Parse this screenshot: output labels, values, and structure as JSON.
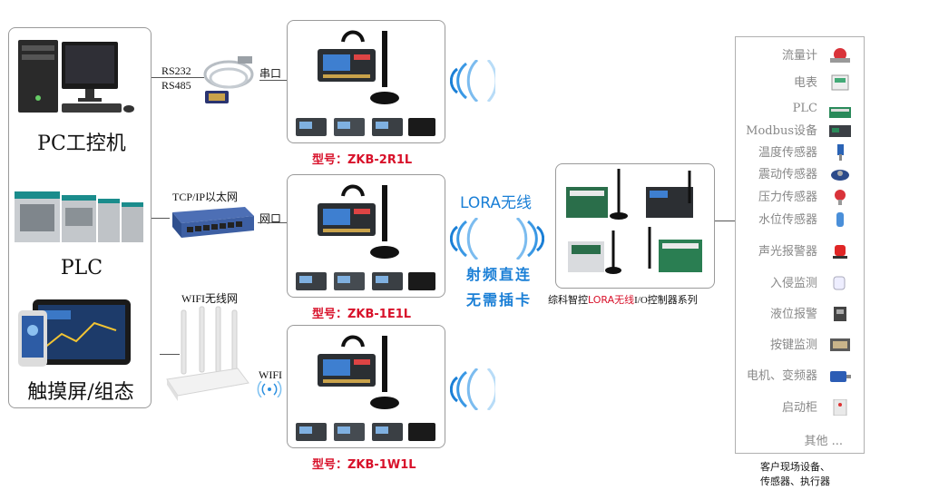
{
  "left": {
    "pc_label": "PC工控机",
    "plc_label": "PLC",
    "touch_label": "触摸屏/组态"
  },
  "links": {
    "rs232": "RS232",
    "rs485": "RS485",
    "serial": "串口",
    "tcp": "TCP/IP以太网",
    "netport": "网口",
    "wifi_net": "WIFI无线网",
    "wifi": "WIFI"
  },
  "models": [
    {
      "label": "型号：ZKB-2R1L"
    },
    {
      "label": "型号：ZKB-1E1L"
    },
    {
      "label": "型号：ZKB-1W1L"
    }
  ],
  "lora": {
    "title": "LORA无线",
    "line1": "射频直连",
    "line2": "无需插卡"
  },
  "controller": {
    "caption_prefix": "综科智控",
    "caption_highlight": "LORA无线",
    "caption_suffix": "I/O控制器系列"
  },
  "devices": {
    "items": [
      {
        "label": "流量计",
        "icon": "flowmeter-icon"
      },
      {
        "label": "电表",
        "icon": "meter-icon"
      },
      {
        "label": "PLC",
        "icon": "plc-icon"
      },
      {
        "label": "Modbus设备",
        "icon": "modbus-icon"
      },
      {
        "label": "温度传感器",
        "icon": "temperature-icon"
      },
      {
        "label": "震动传感器",
        "icon": "vibration-icon"
      },
      {
        "label": "压力传感器",
        "icon": "pressure-icon"
      },
      {
        "label": "水位传感器",
        "icon": "water-level-icon"
      },
      {
        "label": "声光报警器",
        "icon": "alarm-icon"
      },
      {
        "label": "入侵监测",
        "icon": "intrusion-icon"
      },
      {
        "label": "液位报警",
        "icon": "liquid-icon"
      },
      {
        "label": "按键监测",
        "icon": "button-icon"
      },
      {
        "label": "电机、变频器",
        "icon": "motor-icon"
      },
      {
        "label": "启动柜",
        "icon": "cabinet-icon"
      },
      {
        "label": "其他 ...",
        "icon": ""
      }
    ],
    "caption_line1": "客户现场设备、",
    "caption_line2": "传感器、执行器"
  },
  "colors": {
    "model_red": "#d8112a",
    "lora_blue": "#1a7fd6"
  }
}
